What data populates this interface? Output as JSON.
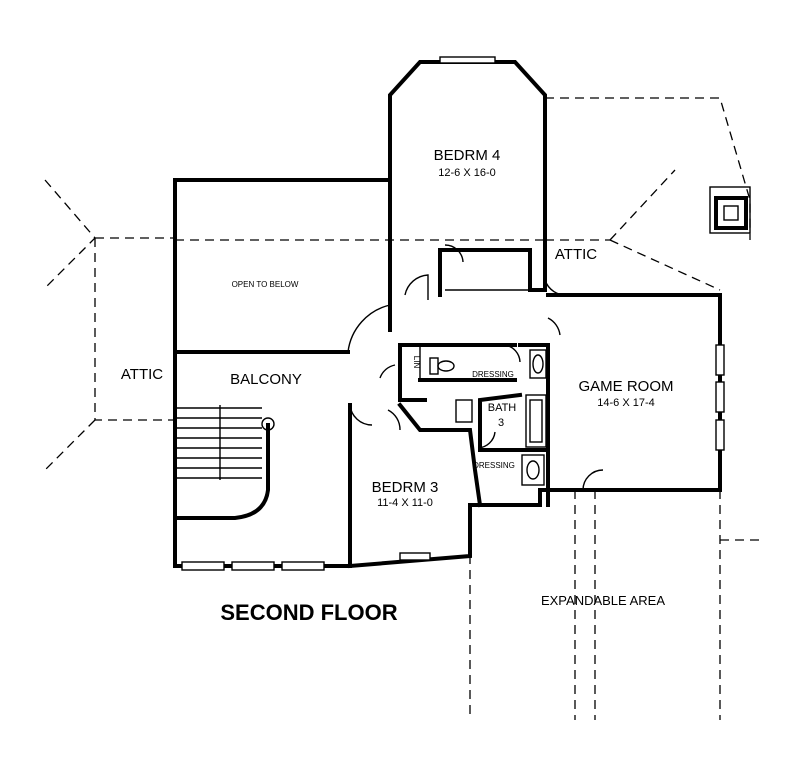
{
  "plan": {
    "title": "SECOND FLOOR",
    "rooms": {
      "bedrm4": {
        "name": "BEDRM 4",
        "size": "12-6 X 16-0"
      },
      "bedrm3": {
        "name": "BEDRM 3",
        "size": "11-4 X 11-0"
      },
      "game_room": {
        "name": "GAME ROOM",
        "size": "14-6 X 17-4"
      },
      "bath3": {
        "name": "BATH",
        "number": "3"
      },
      "balcony": {
        "name": "BALCONY"
      },
      "open_to_below": {
        "name": "OPEN TO BELOW"
      },
      "dressing_upper": {
        "name": "DRESSING"
      },
      "dressing_lower": {
        "name": "DRESSING"
      },
      "attic_left": {
        "name": "ATTIC"
      },
      "attic_right": {
        "name": "ATTIC"
      },
      "expandable": {
        "name": "EXPANDABLE AREA"
      },
      "linen": {
        "name": "LIN"
      }
    }
  }
}
